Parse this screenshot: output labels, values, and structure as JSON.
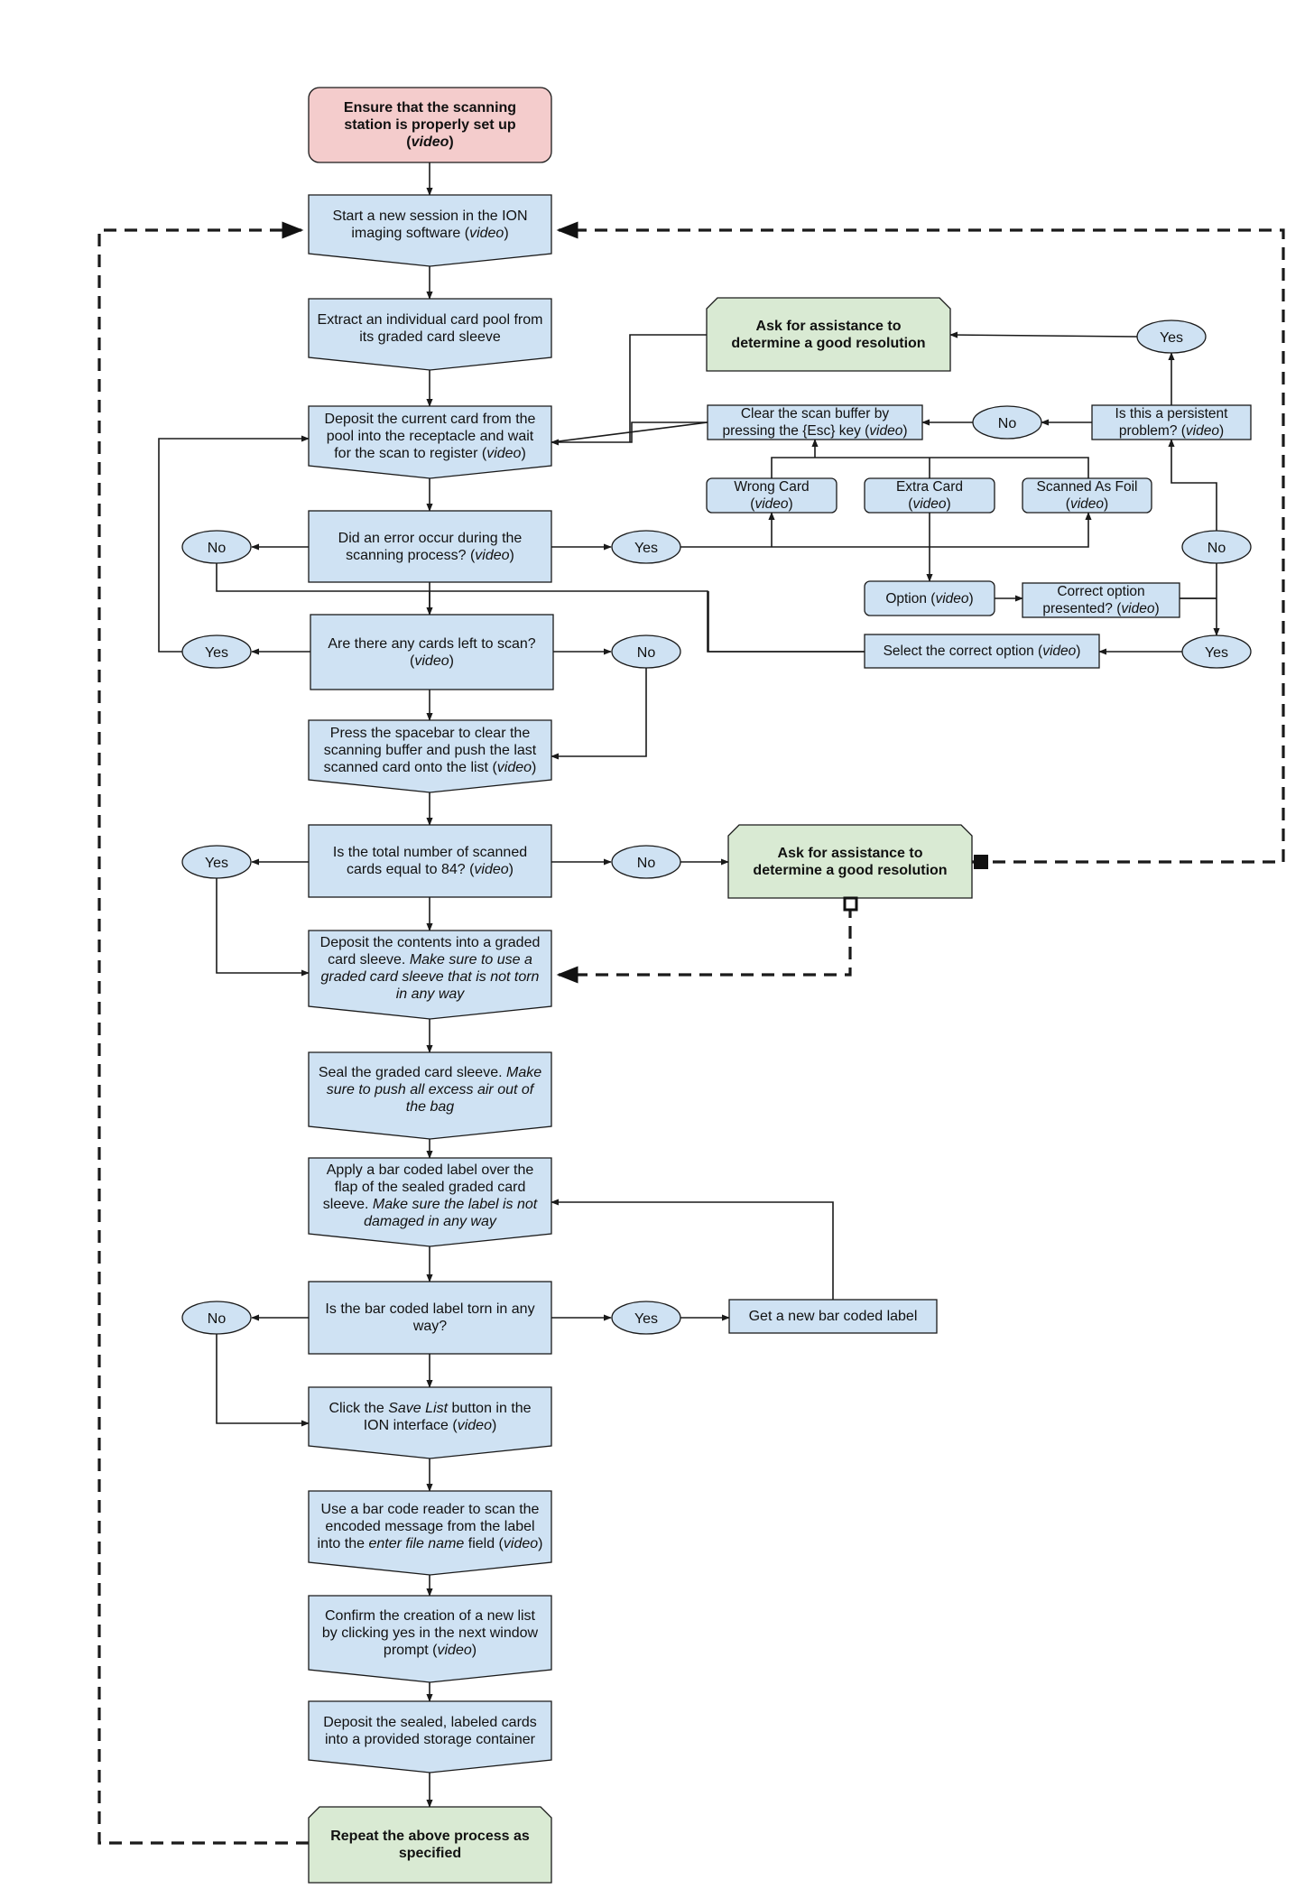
{
  "diagram": {
    "nodes": {
      "setup": {
        "parts": [
          [
            "Ensure that the scanning",
            "b"
          ],
          [
            "\n",
            ""
          ],
          [
            "station is properly set up",
            "b"
          ],
          [
            "\n",
            ""
          ],
          [
            "(",
            "b"
          ],
          [
            "video",
            "bi"
          ],
          [
            ")",
            "b"
          ]
        ]
      },
      "start": {
        "parts": [
          [
            "Start a new session in the ION",
            ""
          ],
          [
            "\n",
            ""
          ],
          [
            "imaging software (",
            ""
          ],
          [
            "video",
            "i"
          ],
          [
            ")",
            ""
          ]
        ]
      },
      "extract": {
        "parts": [
          [
            "Extract an individual card pool from",
            ""
          ],
          [
            "\n",
            ""
          ],
          [
            "its graded card sleeve",
            ""
          ]
        ]
      },
      "deposit": {
        "parts": [
          [
            "Deposit the current card from the",
            ""
          ],
          [
            "\n",
            ""
          ],
          [
            "pool into the receptacle and wait",
            ""
          ],
          [
            "\n",
            ""
          ],
          [
            "for the scan to register (",
            ""
          ],
          [
            "video",
            "i"
          ],
          [
            ")",
            ""
          ]
        ]
      },
      "error": {
        "parts": [
          [
            "Did an error occur during the",
            ""
          ],
          [
            "\n",
            ""
          ],
          [
            "scanning process? (",
            ""
          ],
          [
            "video",
            "i"
          ],
          [
            ")",
            ""
          ]
        ]
      },
      "cardsleft": {
        "parts": [
          [
            "Are there any cards left to scan?",
            ""
          ],
          [
            "\n",
            ""
          ],
          [
            "(",
            ""
          ],
          [
            "video",
            "i"
          ],
          [
            ")",
            ""
          ]
        ]
      },
      "spacebar": {
        "parts": [
          [
            "Press the spacebar to clear the",
            ""
          ],
          [
            "\n",
            ""
          ],
          [
            "scanning buffer and push the last",
            ""
          ],
          [
            "\n",
            ""
          ],
          [
            "scanned card onto the list (",
            ""
          ],
          [
            "video",
            "i"
          ],
          [
            ")",
            ""
          ]
        ]
      },
      "total": {
        "parts": [
          [
            "Is the total number of scanned",
            ""
          ],
          [
            "\n",
            ""
          ],
          [
            "cards equal to 84? (",
            ""
          ],
          [
            "video",
            "i"
          ],
          [
            ")",
            ""
          ]
        ]
      },
      "contents": {
        "parts": [
          [
            "Deposit the contents into a graded",
            ""
          ],
          [
            "\n",
            ""
          ],
          [
            "card sleeve. ",
            ""
          ],
          [
            "Make sure to use a",
            "i"
          ],
          [
            "\n",
            ""
          ],
          [
            "graded card sleeve that is not torn",
            "i"
          ],
          [
            "\n",
            ""
          ],
          [
            "in any way",
            "i"
          ]
        ]
      },
      "seal": {
        "parts": [
          [
            "Seal the graded card sleeve. ",
            ""
          ],
          [
            "Make",
            "i"
          ],
          [
            "\n",
            ""
          ],
          [
            "sure to push all excess air out of",
            "i"
          ],
          [
            "\n",
            ""
          ],
          [
            "the bag",
            "i"
          ]
        ]
      },
      "barlabel": {
        "parts": [
          [
            "Apply a bar coded label over the",
            ""
          ],
          [
            "\n",
            ""
          ],
          [
            "flap of the sealed graded card",
            ""
          ],
          [
            "\n",
            ""
          ],
          [
            "sleeve. ",
            ""
          ],
          [
            "Make sure the label is not",
            "i"
          ],
          [
            "\n",
            ""
          ],
          [
            "damaged in any way",
            "i"
          ]
        ]
      },
      "torn": {
        "parts": [
          [
            "Is the bar coded label torn in any",
            ""
          ],
          [
            "\n",
            ""
          ],
          [
            "way?",
            ""
          ]
        ]
      },
      "savelist": {
        "parts": [
          [
            "Click the ",
            ""
          ],
          [
            "Save List",
            "i"
          ],
          [
            " button in the",
            ""
          ],
          [
            "\n",
            ""
          ],
          [
            "ION interface (",
            ""
          ],
          [
            "video",
            "i"
          ],
          [
            ")",
            ""
          ]
        ]
      },
      "barreader": {
        "parts": [
          [
            "Use a bar code reader to scan the",
            ""
          ],
          [
            "\n",
            ""
          ],
          [
            "encoded message from the label",
            ""
          ],
          [
            "\n",
            ""
          ],
          [
            "into the ",
            ""
          ],
          [
            "enter file name",
            "i"
          ],
          [
            " field (",
            ""
          ],
          [
            "video",
            "i"
          ],
          [
            ")",
            ""
          ]
        ]
      },
      "confirm": {
        "parts": [
          [
            "Confirm the creation of a new list",
            ""
          ],
          [
            "\n",
            ""
          ],
          [
            "by clicking yes in the next window",
            ""
          ],
          [
            "\n",
            ""
          ],
          [
            "prompt (",
            ""
          ],
          [
            "video",
            "i"
          ],
          [
            ")",
            ""
          ]
        ]
      },
      "storage": {
        "parts": [
          [
            "Deposit the sealed, labeled cards",
            ""
          ],
          [
            "\n",
            ""
          ],
          [
            "into a provided storage container",
            ""
          ]
        ]
      },
      "repeat": {
        "parts": [
          [
            "Repeat the above process as",
            "b"
          ],
          [
            "\n",
            ""
          ],
          [
            "specified",
            "b"
          ]
        ]
      },
      "assist1": {
        "parts": [
          [
            "Ask for assistance to",
            "b"
          ],
          [
            "\n",
            ""
          ],
          [
            "determine a good resolution",
            "b"
          ]
        ]
      },
      "assist2": {
        "parts": [
          [
            "Ask for assistance to",
            "b"
          ],
          [
            "\n",
            ""
          ],
          [
            "determine a good resolution",
            "b"
          ]
        ]
      },
      "clearbuf": {
        "parts": [
          [
            "Clear the scan buffer by",
            ""
          ],
          [
            "\n",
            ""
          ],
          [
            "pressing the {Esc} key (",
            ""
          ],
          [
            "video",
            "i"
          ],
          [
            ")",
            ""
          ]
        ]
      },
      "persistent": {
        "parts": [
          [
            "Is this a persistent",
            ""
          ],
          [
            "\n",
            ""
          ],
          [
            "problem? (",
            ""
          ],
          [
            "video",
            "i"
          ],
          [
            ")",
            ""
          ]
        ]
      },
      "wrongcard": {
        "parts": [
          [
            "Wrong Card",
            ""
          ],
          [
            "\n",
            ""
          ],
          [
            "(",
            ""
          ],
          [
            "video",
            "i"
          ],
          [
            ")",
            ""
          ]
        ]
      },
      "extracard": {
        "parts": [
          [
            "Extra Card",
            ""
          ],
          [
            "\n",
            ""
          ],
          [
            "(",
            ""
          ],
          [
            "video",
            "i"
          ],
          [
            ")",
            ""
          ]
        ]
      },
      "foil": {
        "parts": [
          [
            "Scanned As Foil",
            ""
          ],
          [
            "\n",
            ""
          ],
          [
            "(",
            ""
          ],
          [
            "video",
            "i"
          ],
          [
            ")",
            ""
          ]
        ]
      },
      "option": {
        "parts": [
          [
            "Option (",
            ""
          ],
          [
            "video",
            "i"
          ],
          [
            ")",
            ""
          ]
        ]
      },
      "correctopt": {
        "parts": [
          [
            "Correct option",
            ""
          ],
          [
            "\n",
            ""
          ],
          [
            "presented? (",
            ""
          ],
          [
            "video",
            "i"
          ],
          [
            ")",
            ""
          ]
        ]
      },
      "selectopt": {
        "parts": [
          [
            "Select the correct option (",
            ""
          ],
          [
            "video",
            "i"
          ],
          [
            ")",
            ""
          ]
        ]
      },
      "newlabel": {
        "parts": [
          [
            "Get a new bar coded label",
            ""
          ]
        ]
      }
    },
    "decisions": {
      "no_error": "No",
      "yes_error": "Yes",
      "yes_left": "Yes",
      "no_left": "No",
      "yes_total": "Yes",
      "no_total": "No",
      "no_torn": "No",
      "yes_torn": "Yes",
      "yes_persist": "Yes",
      "no_persist": "No",
      "no_correct": "No",
      "yes_correct": "Yes"
    },
    "colors": {
      "process_fill": "#cfe2f3",
      "start_fill": "#f4cccc",
      "terminal_fill": "#d9ead3",
      "stroke": "#1a1a1a"
    }
  }
}
